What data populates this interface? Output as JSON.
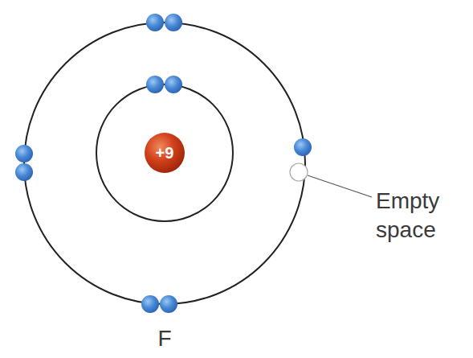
{
  "diagram": {
    "nodes": [
      {
        "text": [
          "+9"
        ]
      }
    ],
    "labels": [
      "Empty space",
      "F"
    ]
  }
}
